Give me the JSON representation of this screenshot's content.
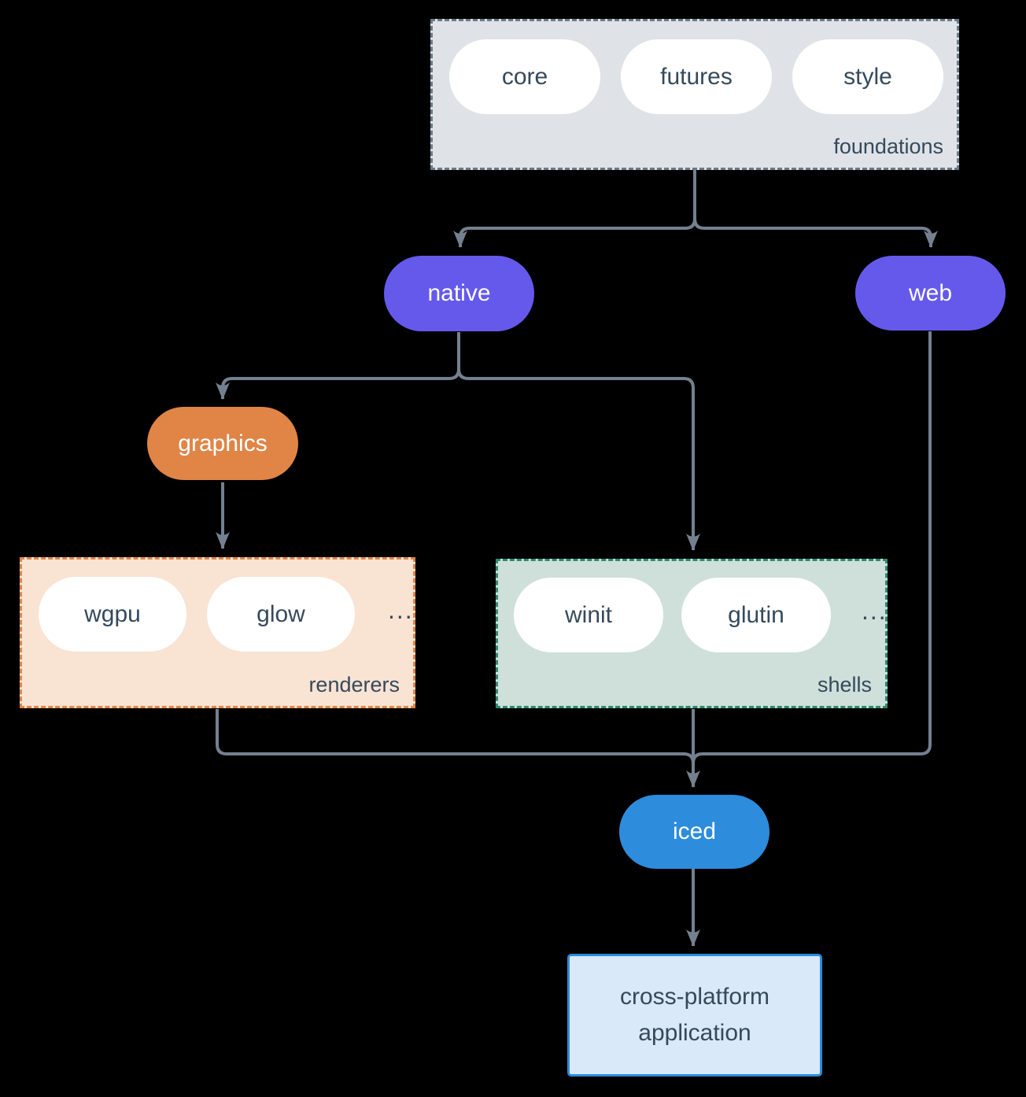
{
  "foundations": {
    "label": "foundations",
    "items": [
      "core",
      "futures",
      "style"
    ]
  },
  "nodes": {
    "native": "native",
    "web": "web",
    "graphics": "graphics",
    "iced": "iced",
    "application_line1": "cross-platform",
    "application_line2": "application"
  },
  "renderers": {
    "label": "renderers",
    "items": [
      "wgpu",
      "glow"
    ],
    "more": "..."
  },
  "shells": {
    "label": "shells",
    "items": [
      "winit",
      "glutin"
    ],
    "more": "..."
  },
  "colors": {
    "background": "#000000",
    "connector": "#74808F",
    "text_dark": "#35495C",
    "foundations_bg": "#DFE3E7",
    "foundations_border": "#6B7A89",
    "node_purple": "#6559EC",
    "node_orange": "#E08546",
    "renderers_bg": "#F9E3D3",
    "renderers_border": "#E08546",
    "shells_bg": "#CEE0D9",
    "shells_border": "#2F8872",
    "node_blue": "#2D8CDB",
    "application_bg": "#D9E9F9",
    "pill_bg": "#FFFFFF"
  }
}
